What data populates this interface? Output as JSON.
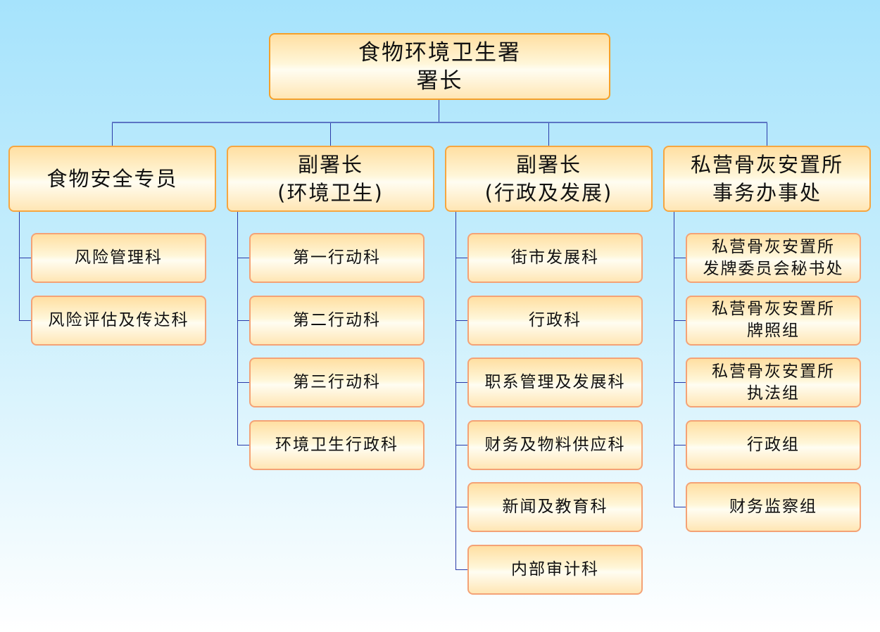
{
  "top": {
    "lines": [
      "食物环境卫生署",
      "署长"
    ]
  },
  "columns": [
    {
      "head": [
        "食物安全专员"
      ],
      "children": [
        [
          "风险管理科"
        ],
        [
          "风险评估及传达科"
        ]
      ]
    },
    {
      "head": [
        "副署长",
        "(环境卫生)"
      ],
      "children": [
        [
          "第一行动科"
        ],
        [
          "第二行动科"
        ],
        [
          "第三行动科"
        ],
        [
          "环境卫生行政科"
        ]
      ]
    },
    {
      "head": [
        "副署长",
        "(行政及发展)"
      ],
      "children": [
        [
          "街市发展科"
        ],
        [
          "行政科"
        ],
        [
          "职系管理及发展科"
        ],
        [
          "财务及物料供应科"
        ],
        [
          "新闻及教育科"
        ],
        [
          "内部审计科"
        ]
      ]
    },
    {
      "head": [
        "私营骨灰安置所",
        "事务办事处"
      ],
      "children": [
        [
          "私营骨灰安置所",
          "发牌委员会秘书处"
        ],
        [
          "私营骨灰安置所",
          "牌照组"
        ],
        [
          "私营骨灰安置所",
          "执法组"
        ],
        [
          "行政组"
        ],
        [
          "财务监察组"
        ]
      ]
    }
  ],
  "colors": {
    "box_border": "#f5a02a",
    "leaf_border": "#f4a276",
    "connector": "#2a3aa8"
  }
}
